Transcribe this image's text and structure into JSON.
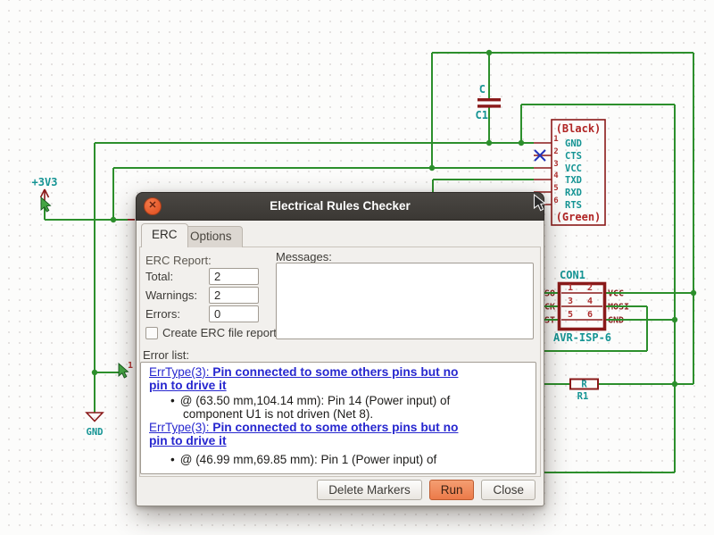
{
  "colors": {
    "wire_green": "#2c8f2c",
    "component_maroon": "#8a1a1a",
    "field_teal": "#159494",
    "pin_number_red": "#b03030",
    "link_blue": "#2727cf",
    "titlebar_dark": "#3b3834",
    "close_button_orange": "#e4592a",
    "run_button_orange": "#ec7a49",
    "dialog_bg": "#f1efec"
  },
  "schematic": {
    "power_flag": "+3V3",
    "ground_label": "GND",
    "capacitor": {
      "ref": "C",
      "value": "C1"
    },
    "resistor": {
      "ref": "R",
      "value": "R1"
    },
    "marker_pin_number": "1",
    "serial": {
      "top_note": "(Black)",
      "bottom_note": "(Green)",
      "pins": [
        {
          "num": "1",
          "name": "GND"
        },
        {
          "num": "2",
          "name": "CTS"
        },
        {
          "num": "3",
          "name": "VCC"
        },
        {
          "num": "4",
          "name": "TXD"
        },
        {
          "num": "5",
          "name": "RXD"
        },
        {
          "num": "6",
          "name": "RTS"
        }
      ]
    },
    "isp": {
      "ref": "CON1",
      "value": "AVR-ISP-6",
      "pin_numbers": [
        "1",
        "2",
        "3",
        "4",
        "5",
        "6"
      ],
      "left_labels": [
        "SO",
        "CK",
        "ST"
      ],
      "right_labels": [
        "VCC",
        "MOSI",
        "GND"
      ]
    }
  },
  "dialog": {
    "title": "Electrical Rules Checker",
    "close_glyph": "✕",
    "tabs": [
      {
        "label": "ERC"
      },
      {
        "label": "Options"
      }
    ],
    "erc_report": {
      "group_label": "ERC Report:",
      "total_label": "Total:",
      "total_value": "2",
      "warnings_label": "Warnings:",
      "warnings_value": "2",
      "errors_label": "Errors:",
      "errors_value": "0",
      "checkbox_label": "Create ERC file report"
    },
    "messages_label": "Messages:",
    "error_list_label": "Error list:",
    "errors": [
      {
        "prefix": "ErrType(3): ",
        "title_line1": "Pin connected to some others pins but no",
        "title_line2": "pin to drive it",
        "bullet": "•",
        "detail_line1": "@ (63.50 mm,104.14 mm): Pin 14 (Power input) of",
        "detail_line2": "component U1 is not driven (Net 8)."
      },
      {
        "prefix": "ErrType(3): ",
        "title_line1": "Pin connected to some others pins but no",
        "title_line2": "pin to drive it",
        "bullet": "•",
        "detail_line1": "@ (46.99 mm,69.85 mm): Pin 1 (Power input) of",
        "detail_line2": ""
      }
    ],
    "buttons": {
      "delete_markers": "Delete Markers",
      "run": "Run",
      "close": "Close"
    }
  }
}
